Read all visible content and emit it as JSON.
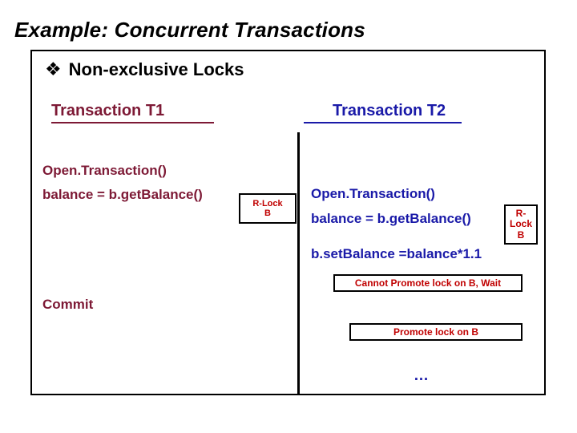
{
  "slide": {
    "title": "Example: Concurrent Transactions"
  },
  "heading": {
    "bullet_icon": "diamond-bullet-icon",
    "bullet_glyph": "❖",
    "label": "Non-exclusive Locks"
  },
  "columns": {
    "t1": {
      "header": "Transaction T1",
      "color": "#7d1935",
      "lines": [
        "Open.Transaction()",
        "balance = b.getBalance()",
        "Commit"
      ],
      "lock": {
        "line1": "R-Lock",
        "line2": "B",
        "color": "#c00000"
      }
    },
    "t2": {
      "header": "Transaction T2",
      "color": "#1a1aa8",
      "lines": [
        "Open.Transaction()",
        "balance = b.getBalance()",
        "b.setBalance =balance*1.1",
        "…"
      ],
      "lock": {
        "line1": "R-",
        "line2": "Lock",
        "line3": "B",
        "color": "#c00000"
      },
      "messages": [
        "Cannot Promote lock on B, Wait",
        "Promote lock on B"
      ]
    }
  },
  "theme": {
    "background": "#ffffff",
    "frame_border": "#000000",
    "title_color": "#000000",
    "t1_color": "#7d1935",
    "t2_color": "#1a1aa8",
    "alert_color": "#c00000"
  }
}
